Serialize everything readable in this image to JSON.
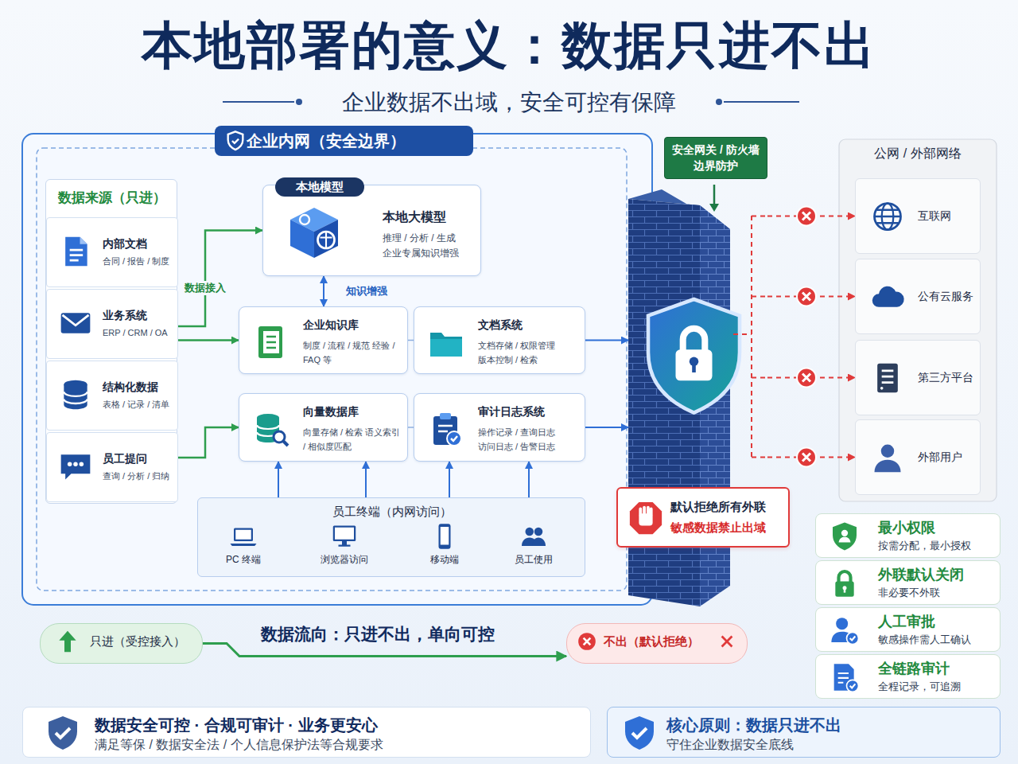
{
  "diagram": {
    "title": "本地部署的意义：数据只进不出",
    "caption": "企业数据不出域，安全可控有保障",
    "nodes": [
      {
        "text": [
          "企业内网（安全边界）"
        ]
      },
      {
        "text": [
          "数据来源（只进）"
        ],
        "in": 0
      },
      {
        "text": [
          "内部文档",
          "合同 / 报告 / 制度"
        ],
        "in": 1
      },
      {
        "text": [
          "业务系统",
          "ERP / CRM / OA"
        ],
        "in": 1
      },
      {
        "text": [
          "结构化数据",
          "表格 / 记录 / 清单"
        ],
        "in": 1
      },
      {
        "text": [
          "员工提问",
          "查询 / 分析 / 归纳"
        ],
        "in": 1
      },
      {
        "text": [
          "本地模型",
          "本地大模型",
          "推理 / 分析 / 生成 企业专属知识增强"
        ],
        "in": 0
      },
      {
        "text": [
          "企业知识库",
          "制度 / 流程 / 规范 经验 / FAQ 等"
        ],
        "in": 0
      },
      {
        "text": [
          "文档系统",
          "文档存储 / 权限管理 版本控制 / 检索"
        ],
        "in": 0
      },
      {
        "text": [
          "向量数据库",
          "向量存储 / 检索 语义索引 / 相似度匹配"
        ],
        "in": 0
      },
      {
        "text": [
          "审计日志系统",
          "操作记录 / 查询日志 访问日志 / 告警日志"
        ],
        "in": 0
      },
      {
        "text": [
          "员工终端（内网访问）"
        ],
        "in": 0
      },
      {
        "text": [
          "PC 终端"
        ],
        "in": 11
      },
      {
        "text": [
          "浏览器访问"
        ],
        "in": 11
      },
      {
        "text": [
          "移动端"
        ],
        "in": 11
      },
      {
        "text": [
          "员工使用"
        ],
        "in": 11
      },
      {
        "text": [
          "安全网关 / 防火墙 边界防护"
        ]
      },
      {
        "text": [
          "默认拒绝所有外联",
          "敏感数据禁止出域"
        ]
      },
      {
        "text": [
          "公网 / 外部网络"
        ]
      },
      {
        "text": [
          "互联网"
        ],
        "in": 18
      },
      {
        "text": [
          "公有云服务"
        ],
        "in": 18
      },
      {
        "text": [
          "第三方平台"
        ],
        "in": 18
      },
      {
        "text": [
          "外部用户"
        ],
        "in": 18
      },
      {
        "text": [
          "最小权限",
          "按需分配，最小授权"
        ]
      },
      {
        "text": [
          "外联默认关闭",
          "非必要不外联"
        ]
      },
      {
        "text": [
          "人工审批",
          "敏感操作需人工确认"
        ]
      },
      {
        "text": [
          "全链路审计",
          "全程记录，可追溯"
        ]
      },
      {
        "text": [
          "只进（受控接入）"
        ]
      },
      {
        "text": [
          "不出（默认拒绝）"
        ]
      },
      {
        "text": [
          "数据安全可控 · 合规可审计 · 业务更安心",
          "满足等保 / 数据安全法 / 个人信息保护法等合规要求"
        ]
      },
      {
        "text": [
          "核心原则：数据只进不出",
          "守住企业数据安全底线"
        ]
      }
    ],
    "edges": [
      {
        "from": 1,
        "to": 6,
        "arrow": "to",
        "label": "数据接入"
      },
      {
        "from": 1,
        "to": 7,
        "arrow": "to"
      },
      {
        "from": 1,
        "to": 9,
        "arrow": "to"
      },
      {
        "from": 6,
        "to": 7,
        "arrow": "both",
        "label": "知识增强"
      },
      {
        "from": 7,
        "to": 8,
        "arrow": "none"
      },
      {
        "from": 9,
        "to": 10,
        "arrow": "none"
      },
      {
        "from": 8,
        "to": 16,
        "arrow": "to"
      },
      {
        "from": 10,
        "to": 16,
        "arrow": "to"
      },
      {
        "from": 11,
        "to": 9,
        "arrow": "to"
      },
      {
        "from": 11,
        "to": 9,
        "arrow": "to"
      },
      {
        "from": 11,
        "to": 10,
        "arrow": "to"
      },
      {
        "from": 11,
        "to": 10,
        "arrow": "to"
      },
      {
        "from": 16,
        "to": 19,
        "arrow": "to"
      },
      {
        "from": 16,
        "to": 20,
        "arrow": "to"
      },
      {
        "from": 16,
        "to": 21,
        "arrow": "to"
      },
      {
        "from": 16,
        "to": 22,
        "arrow": "to"
      },
      {
        "from": 27,
        "to": 28,
        "arrow": "to",
        "label": "数据流向：只进不出，单向可控"
      }
    ]
  }
}
